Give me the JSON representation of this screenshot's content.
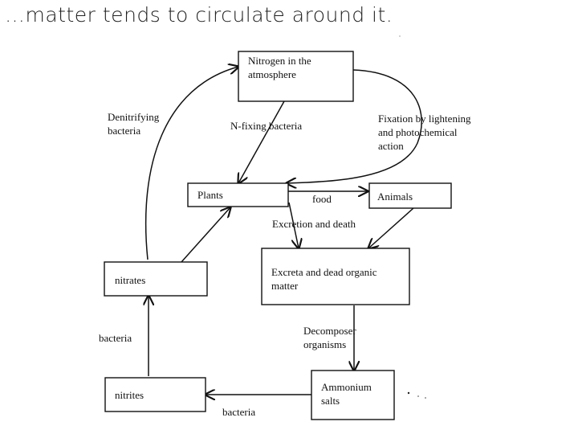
{
  "title": "…matter tends to circulate around it.",
  "nodes": {
    "atmosphere": [
      "Nitrogen in the",
      "atmosphere"
    ],
    "plants": [
      "Plants"
    ],
    "animals": [
      "Animals"
    ],
    "excreta": [
      "Excreta and dead organic",
      "matter"
    ],
    "ammonium": [
      "Ammonium",
      "salts"
    ],
    "nitrates": [
      "nitrates"
    ],
    "nitrites": [
      "nitrites"
    ]
  },
  "edge_labels": {
    "denitrifying": [
      "Denitrifying",
      "bacteria"
    ],
    "n_fixing": [
      "N-fixing bacteria"
    ],
    "fixation": [
      "Fixation by lightening",
      "and photochemical",
      "action"
    ],
    "food": [
      "food"
    ],
    "excretion": [
      "Excretion and death"
    ],
    "decomposer": [
      "Decomposer",
      "organisms"
    ],
    "bacteria_left": [
      "bacteria"
    ],
    "bacteria_bottom": [
      "bacteria"
    ]
  }
}
